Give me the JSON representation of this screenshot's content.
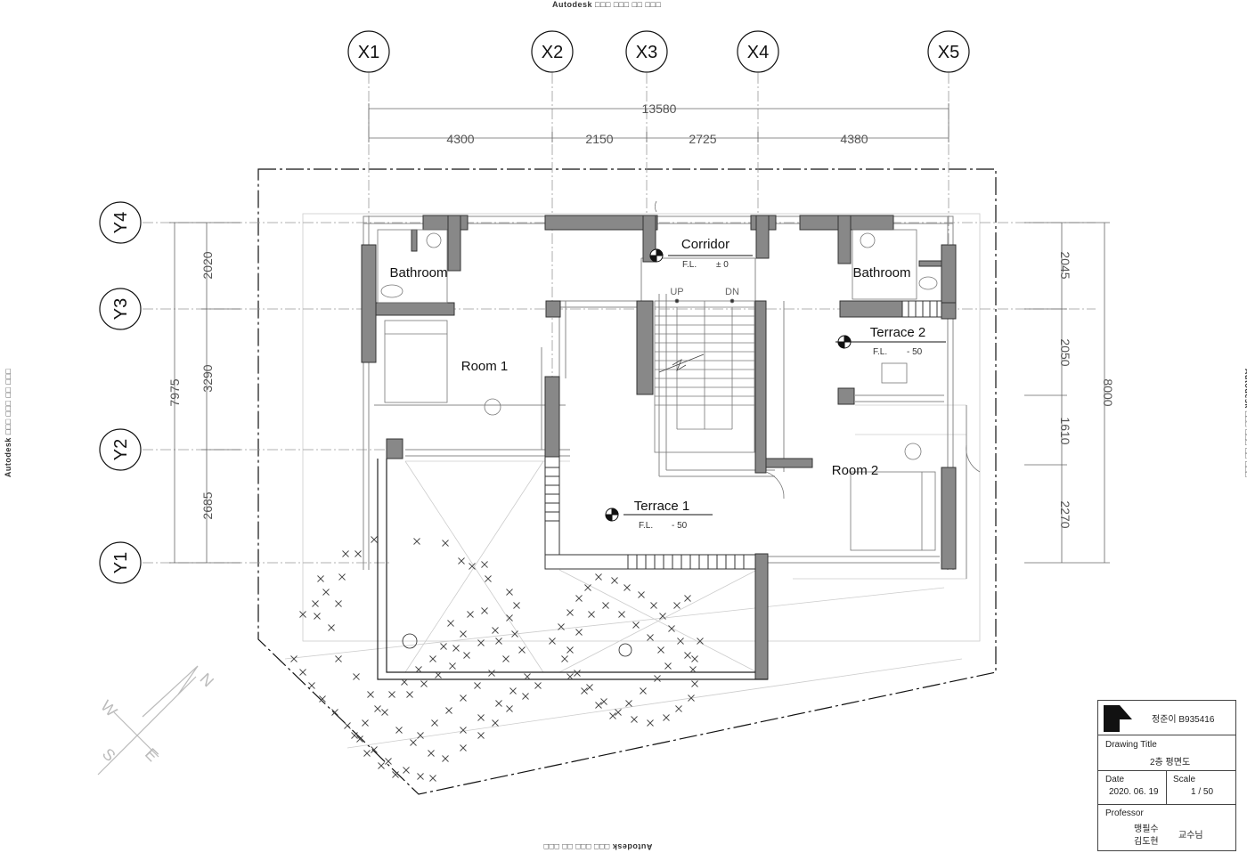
{
  "watermark": {
    "text": "Autodesk □□□ □□□ □□ □□□"
  },
  "grid": {
    "x": [
      "X1",
      "X2",
      "X3",
      "X4",
      "X5"
    ],
    "y": [
      "Y1",
      "Y2",
      "Y3",
      "Y4"
    ]
  },
  "dimensions": {
    "top_total": "13580",
    "top_parts": [
      "4300",
      "2150",
      "2725",
      "4380"
    ],
    "left_total": "7975",
    "left_parts": [
      "2020",
      "3290",
      "2685"
    ],
    "right_total": "8000",
    "right_parts": [
      "2045",
      "2050",
      "1610",
      "2270"
    ]
  },
  "rooms": {
    "bathroom_1": "Bathroom",
    "bathroom_2": "Bathroom",
    "room_1": "Room 1",
    "room_2": "Room 2",
    "corridor": "Corridor",
    "terrace_1": "Terrace 1",
    "terrace_2": "Terrace 2"
  },
  "levels": {
    "corridor_fl": "F.L.",
    "corridor_val": "± 0",
    "terrace1_fl": "F.L.",
    "terrace1_val": "- 50",
    "terrace2_fl": "F.L.",
    "terrace2_val": "- 50"
  },
  "stair": {
    "up": "UP",
    "dn": "DN"
  },
  "compass": {
    "n": "N",
    "s": "S",
    "e": "E",
    "w": "W"
  },
  "title_block": {
    "author": "정준이  B935416",
    "drawing_title_label": "Drawing Title",
    "drawing_title": "2층 평면도",
    "date_label": "Date",
    "date": "2020. 06. 19",
    "scale_label": "Scale",
    "scale": "1 / 50",
    "professor_label": "Professor",
    "professor_1": "맹필수",
    "professor_2": "김도현",
    "professor_suffix": "교수님"
  }
}
